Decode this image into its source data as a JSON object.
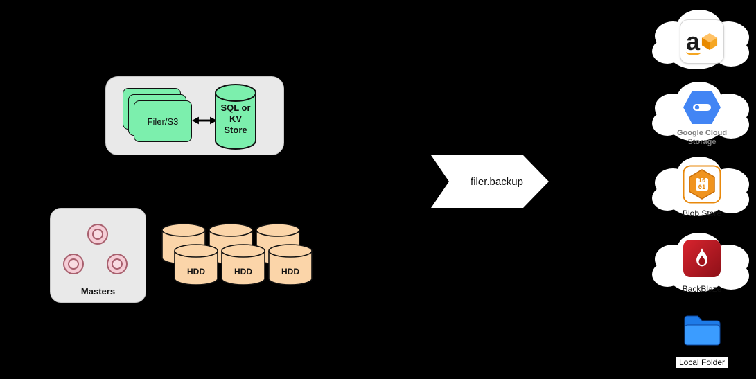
{
  "filer_group": {
    "filer_label": "Filer/S3",
    "store_label": "SQL or\nKV\nStore"
  },
  "masters": {
    "label": "Masters"
  },
  "volumes": {
    "labels": [
      "HDD",
      "HDD",
      "HDD"
    ]
  },
  "backup": {
    "label": "filer.backup"
  },
  "targets": {
    "aws": {
      "letter": "a"
    },
    "gcs": {
      "label": "Google Cloud\nStorage"
    },
    "blob": {
      "label": "Blob Store",
      "digits": "10\n01"
    },
    "backblaze": {
      "label": "BackBlaze"
    },
    "local": {
      "label": "Local Folder"
    }
  },
  "colors": {
    "background": "#000000",
    "panel_gray": "#E9E9E9",
    "mint_green": "#7CEFAD",
    "peach": "#FBD5A9",
    "pink": "#F5CDD6",
    "cloud_white": "#FFFFFF",
    "gcs_blue": "#4285F4",
    "blob_orange": "#F0941F",
    "backblaze_red": "#C2242C",
    "folder_blue": "#2196F3"
  }
}
